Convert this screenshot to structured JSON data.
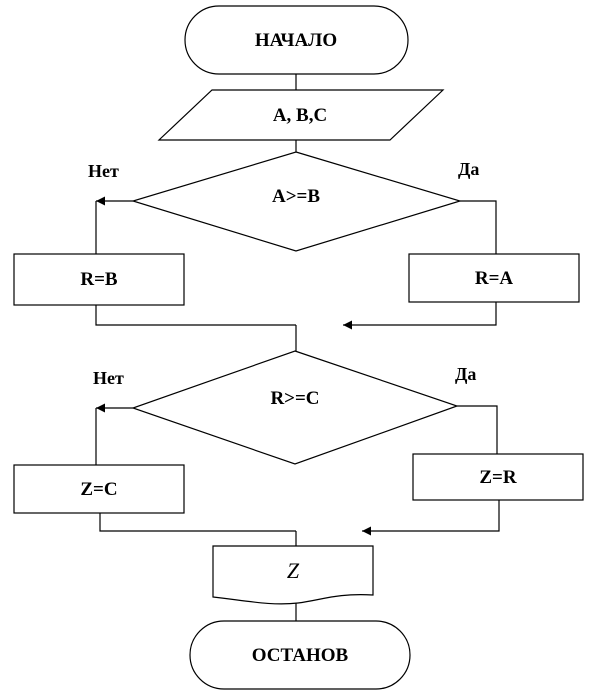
{
  "flowchart": {
    "start": {
      "label": "НАЧАЛО"
    },
    "input": {
      "label": "A, B,C"
    },
    "decision1": {
      "label": "A>=B",
      "no": "Нет",
      "yes": "Да"
    },
    "process_no1": {
      "label": "R=B"
    },
    "process_yes1": {
      "label": "R=A"
    },
    "decision2": {
      "label": "R>=C",
      "no": "Нет",
      "yes": "Да"
    },
    "process_no2": {
      "label": "Z=C"
    },
    "process_yes2": {
      "label": "Z=R"
    },
    "output": {
      "label": "Z"
    },
    "end": {
      "label": "ОСТАНОВ"
    }
  }
}
